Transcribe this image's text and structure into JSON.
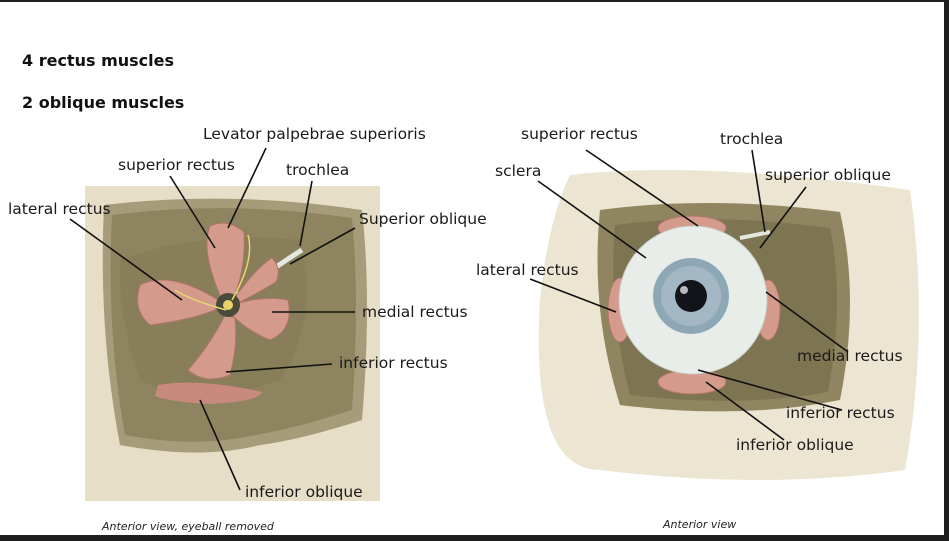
{
  "headings": [
    "4 rectus muscles",
    "2 oblique muscles"
  ],
  "left_figure": {
    "labels": {
      "levator": "Levator palpebrae superioris",
      "superior_rectus": "superior rectus",
      "trochlea": "trochlea",
      "lateral_rectus": "lateral rectus",
      "superior_oblique": "Superior oblique",
      "medial_rectus": "medial rectus",
      "inferior_rectus": "inferior rectus",
      "inferior_oblique": "inferior oblique"
    },
    "caption": "Anterior view,  eyeball removed"
  },
  "right_figure": {
    "labels": {
      "superior_rectus": "superior rectus",
      "trochlea": "trochlea",
      "sclera": "sclera",
      "superior_oblique": "superior oblique",
      "lateral_rectus": "lateral rectus",
      "medial_rectus": "medial rectus",
      "inferior_rectus": "inferior rectus",
      "inferior_oblique": "inferior oblique"
    },
    "caption": "Anterior view"
  },
  "colors": {
    "bone": "#e9e2cc",
    "orbit_fat": "#8f8560",
    "muscle": "#d4988a",
    "sclera": "#eef1ee",
    "iris": "#8ea7b5"
  }
}
